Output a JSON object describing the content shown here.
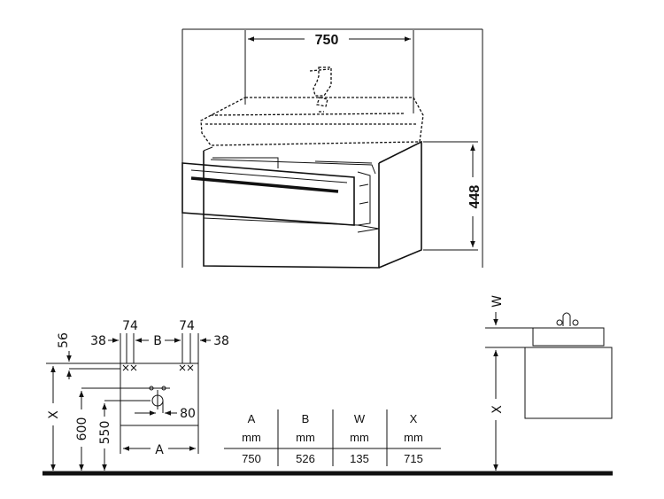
{
  "top_view": {
    "width_label": "750",
    "height_label": "448"
  },
  "plan_view": {
    "label_74_left": "74",
    "label_74_right": "74",
    "label_38_left": "38",
    "label_38_right": "38",
    "label_B": "B",
    "label_56": "56",
    "label_X": "X",
    "label_600": "600",
    "label_550": "550",
    "label_80": "80",
    "label_A": "A"
  },
  "side_view": {
    "label_W": "W",
    "label_X": "X"
  },
  "table": {
    "headers": [
      "A",
      "B",
      "W",
      "X"
    ],
    "units": [
      "mm",
      "mm",
      "mm",
      "mm"
    ],
    "values": [
      "750",
      "526",
      "135",
      "715"
    ]
  }
}
